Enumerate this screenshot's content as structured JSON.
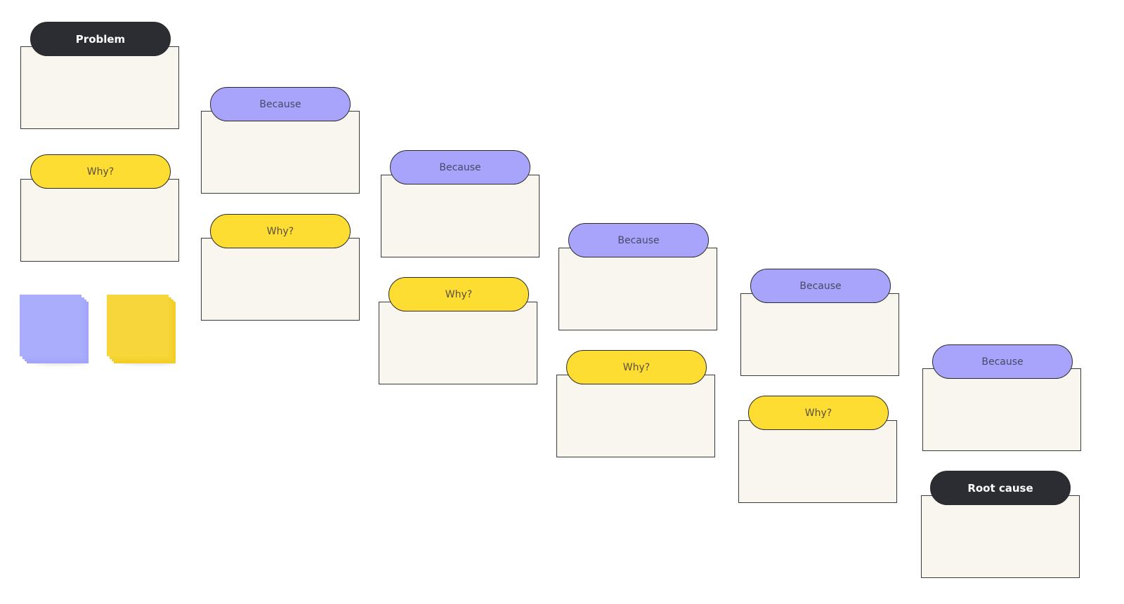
{
  "labels": {
    "problem": "Problem",
    "root_cause": "Root cause",
    "because": "Because",
    "why": "Why?"
  },
  "colors": {
    "dark_pill": "#2b2d33",
    "because_pill": "#a8a4fb",
    "why_pill": "#fedd33",
    "card_fill": "#f9f6ef",
    "purple_sticky": "#a9aafc",
    "yellow_sticky": "#f6d437"
  },
  "sticky_notes": [
    {
      "color": "purple",
      "icon": "purple-sticky-note-stack"
    },
    {
      "color": "yellow",
      "icon": "yellow-sticky-note-stack"
    }
  ]
}
